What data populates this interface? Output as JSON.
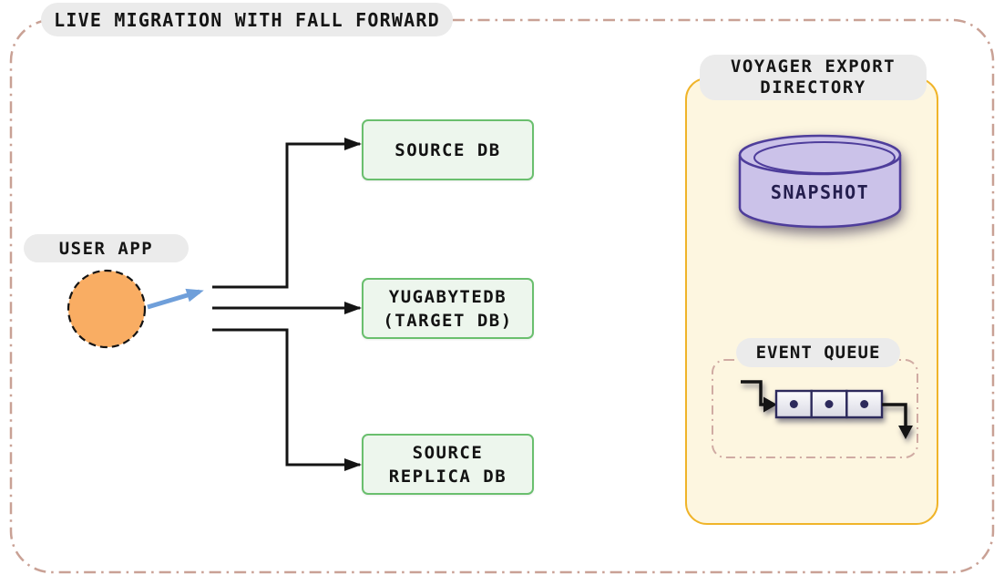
{
  "title": "LIVE MIGRATION WITH FALL FORWARD",
  "user_app": {
    "label": "USER APP"
  },
  "db_boxes": {
    "source": {
      "line1": "SOURCE DB"
    },
    "target": {
      "line1": "YUGABYTEDB",
      "line2": "(TARGET DB)"
    },
    "replica": {
      "line1": "SOURCE",
      "line2": "REPLICA DB"
    }
  },
  "voyager": {
    "label_line1": "VOYAGER EXPORT",
    "label_line2": "DIRECTORY",
    "snapshot": {
      "label": "SNAPSHOT",
      "icon": "database-cylinder-icon"
    },
    "event_queue": {
      "label": "EVENT QUEUE",
      "icon": "queue-cells-icon",
      "slot_count": 3
    }
  },
  "colors": {
    "outer_dash_border": "#c9a195",
    "label_pill_bg": "#ebebeb",
    "green_box_bg": "#edf6ed",
    "green_box_border": "#6abf6e",
    "yellow_container_bg": "#fdf6e0",
    "yellow_container_border": "#f0b429",
    "cylinder_fill": "#cbc2e9",
    "cylinder_stroke": "#4e3d9b",
    "snapshot_text": "#241e4e",
    "queue_cell_stroke": "#2d2a5c",
    "queue_dash_border": "#d0aba3",
    "user_circle_fill": "#f9ad63",
    "blue_arrow": "#6f9fda",
    "connector_black": "#141414"
  }
}
